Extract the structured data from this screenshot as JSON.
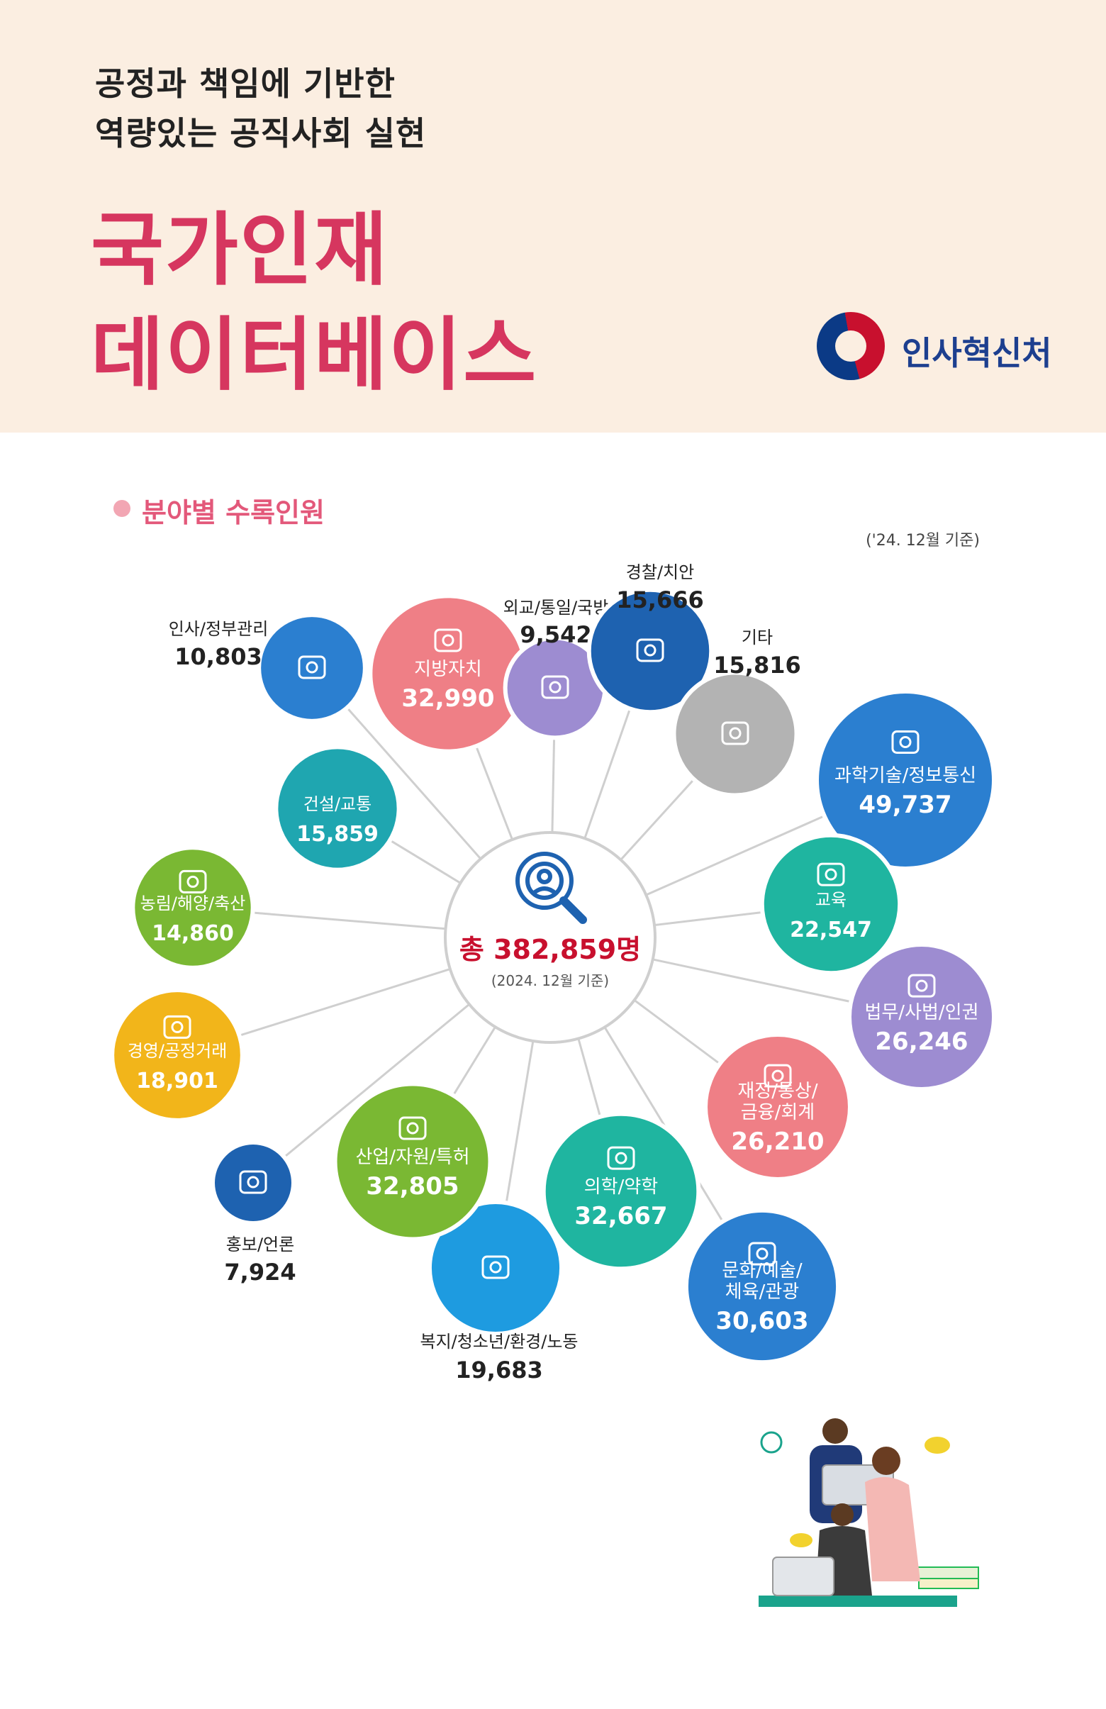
{
  "header": {
    "subtitle_line1": "공정과 책임에 기반한",
    "subtitle_line2": "역량있는 공직사회 실현",
    "title_line1": "국가인재",
    "title_line2": "데이터베이스",
    "org_name": "인사혁신처"
  },
  "section": {
    "title": "분야별 수록인원",
    "basis_note": "('24. 12월 기준)"
  },
  "colors": {
    "title_pink": "#d6365f",
    "header_bg": "#fbeee1",
    "spoke": "#cfcfcf"
  },
  "chart_data": {
    "type": "bubble",
    "title": "분야별 수록인원",
    "center": {
      "total_label": "총 382,859명",
      "total_value": 382859,
      "note": "(2024. 12월 기준)",
      "icon": "magnifier-person-icon"
    },
    "categories": [
      {
        "name": "인사/정부관리",
        "value": 10803,
        "value_label": "10,803",
        "color": "#2b7fd0",
        "icon": "people-group-icon",
        "label_outside": true
      },
      {
        "name": "지방자치",
        "value": 32990,
        "value_label": "32,990",
        "color": "#ef7f86",
        "icon": "mountain-icon",
        "label_outside": false
      },
      {
        "name": "외교/통일/국방",
        "value": 9542,
        "value_label": "9,542",
        "color": "#9d8cd1",
        "icon": "tank-icon",
        "label_outside": true
      },
      {
        "name": "경찰/치안",
        "value": 15666,
        "value_label": "15,666",
        "color": "#1e62b0",
        "icon": "police-icon",
        "label_outside": true
      },
      {
        "name": "기타",
        "value": 15816,
        "value_label": "15,816",
        "color": "#b3b3b3",
        "icon": "speech-bubbles-icon",
        "label_outside": true
      },
      {
        "name": "과학기술/정보통신",
        "value": 49737,
        "value_label": "49,737",
        "color": "#2b7fd0",
        "icon": "brain-gear-icon",
        "label_outside": false
      },
      {
        "name": "교육",
        "value": 22547,
        "value_label": "22,547",
        "color": "#1fb5a0",
        "icon": "school-icon",
        "label_outside": false
      },
      {
        "name": "법무/사법/인권",
        "value": 26246,
        "value_label": "26,246",
        "color": "#9d8cd1",
        "icon": "scales-icon",
        "label_outside": false
      },
      {
        "name": "재정/통상/금융/회계",
        "value": 26210,
        "value_label": "26,210",
        "color": "#ef7f86",
        "icon": "coins-icon",
        "label_outside": false
      },
      {
        "name": "문화/예술/체육/관광",
        "value": 30603,
        "value_label": "30,603",
        "color": "#2b7fd0",
        "icon": "artist-icon",
        "label_outside": false
      },
      {
        "name": "의학/약학",
        "value": 32667,
        "value_label": "32,667",
        "color": "#1fb5a0",
        "icon": "ambulance-icon",
        "label_outside": false
      },
      {
        "name": "복지/청소년/환경/노동",
        "value": 19683,
        "value_label": "19,683",
        "color": "#1e9be0",
        "icon": "family-house-icon",
        "label_outside": true
      },
      {
        "name": "산업/자원/특허",
        "value": 32805,
        "value_label": "32,805",
        "color": "#7ab833",
        "icon": "document-icon",
        "label_outside": false
      },
      {
        "name": "홍보/언론",
        "value": 7924,
        "value_label": "7,924",
        "color": "#1e62b0",
        "icon": "megaphone-icon",
        "label_outside": true
      },
      {
        "name": "경영/공정거래",
        "value": 18901,
        "value_label": "18,901",
        "color": "#f2b51a",
        "icon": "business-icon",
        "label_outside": false
      },
      {
        "name": "농림/해양/축산",
        "value": 14860,
        "value_label": "14,860",
        "color": "#7ab833",
        "icon": "water-drops-icon",
        "label_outside": false
      },
      {
        "name": "건설/교통",
        "value": 15859,
        "value_label": "15,859",
        "color": "#1fa6b0",
        "icon": "",
        "label_outside": false
      }
    ]
  }
}
